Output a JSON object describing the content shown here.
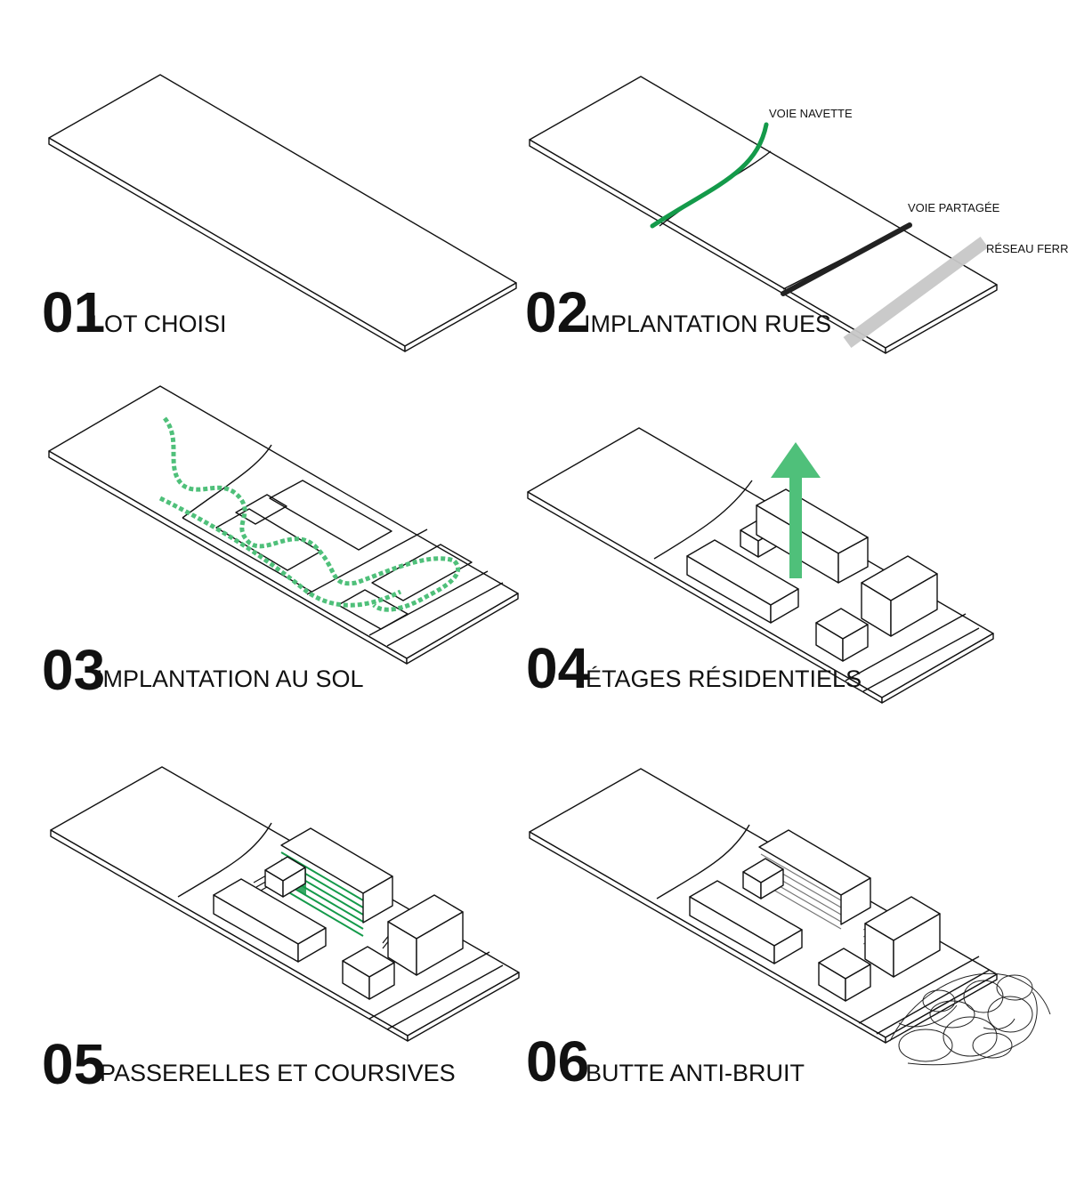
{
  "steps": [
    {
      "number": "01",
      "caption": "LOT CHOISI"
    },
    {
      "number": "02",
      "caption": "IMPLANTATION RUES"
    },
    {
      "number": "03",
      "caption": "IMPLANTATION AU SOL"
    },
    {
      "number": "04",
      "caption": "ÉTAGES RÉSIDENTIELS"
    },
    {
      "number": "05",
      "caption": "PASSERELLES ET COURSIVES"
    },
    {
      "number": "06",
      "caption": "BUTTE ANTI-BRUIT"
    }
  ],
  "street_labels": {
    "shuttle": "VOIE NAVETTE",
    "shared": "VOIE PARTAGÉE",
    "rail": "RÉSEAU FERRÉ"
  },
  "colors": {
    "accent_green": "#149a4a",
    "light_green": "#4fc07a",
    "shared_street": "#222222",
    "rail": "#c8c8c8",
    "line": "#111111"
  },
  "icons": {
    "growth_arrow": "arrow-up-icon",
    "noise_berm": "scribble-icon"
  }
}
